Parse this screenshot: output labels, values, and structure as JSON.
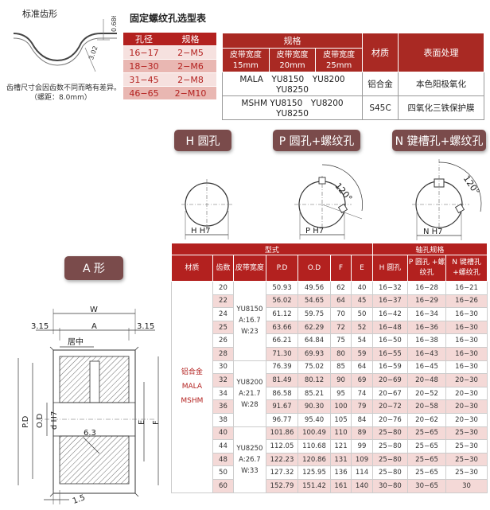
{
  "tooth_diagram": {
    "title": "标准齿形",
    "dim_a": "0.686",
    "dim_b": "3.02",
    "note_line1": "齿槽尺寸会因齿数不同而略有差异。",
    "note_line2": "（螺距：8.0mm）"
  },
  "selection_table": {
    "title": "固定螺纹孔选型表",
    "headers": [
      "孔径",
      "规格"
    ],
    "rows": [
      [
        "16−17",
        "2−M5"
      ],
      [
        "18−30",
        "2−M6"
      ],
      [
        "31−45",
        "2−M8"
      ],
      [
        "46−65",
        "2−M10"
      ]
    ]
  },
  "material_table": {
    "spec_header": "规格",
    "width_header": "皮带宽度",
    "widths": [
      "15mm",
      "20mm",
      "25mm"
    ],
    "material_header": "材质",
    "surface_header": "表面处理",
    "rows": [
      {
        "spec": "MALA　YU8150　YU8200　YU8250",
        "material": "铝合金",
        "surface": "本色阳极氧化"
      },
      {
        "spec": "MSHM YU8150　YU8200　YU8250",
        "material": "S45C",
        "surface": "四氧化三铁保护膜"
      }
    ]
  },
  "bore_types": {
    "h": {
      "tag": "H 圆孔",
      "label": "H H7"
    },
    "p": {
      "tag": "P 圆孔+螺纹孔",
      "label": "P H7",
      "angle": "120°"
    },
    "n": {
      "tag": "N 键槽孔+螺纹孔",
      "label": "N H7",
      "angle": "120°"
    }
  },
  "a_shape": {
    "tag": "A 形",
    "w": "W",
    "a": "A",
    "left_off": "3.15",
    "right_off": "3.15",
    "center": "居中",
    "pd": "P.D",
    "od": "O.D",
    "dh7": "d H7",
    "e": "E",
    "f": "F",
    "chamfer": "6.3",
    "bottom": "1.5"
  },
  "spec_table": {
    "h_model": "型式",
    "h_shaft": "轴孔规格",
    "cols": [
      "材质",
      "齿数",
      "皮带宽度",
      "P.D",
      "O.D",
      "F",
      "E",
      "H 圆孔",
      "P 圆孔 +螺纹孔",
      "N 键槽孔 +螺纹孔"
    ],
    "material": "铝合金 MALA MSHM",
    "belt_groups": [
      "YU8150 A:16.7 W:23",
      "YU8200 A:21.7 W:28",
      "YU8250 A:26.7 W:33"
    ],
    "rows": [
      [
        "20",
        "50.93",
        "49.56",
        "62",
        "40",
        "16−32",
        "16−28",
        "16−21"
      ],
      [
        "22",
        "56.02",
        "54.65",
        "64",
        "45",
        "16−37",
        "16−29",
        "16−26"
      ],
      [
        "24",
        "61.12",
        "59.75",
        "70",
        "50",
        "16−42",
        "16−34",
        "16−30"
      ],
      [
        "25",
        "63.66",
        "62.29",
        "72",
        "52",
        "16−48",
        "16−36",
        "16−30"
      ],
      [
        "26",
        "66.21",
        "64.84",
        "75",
        "54",
        "16−50",
        "16−38",
        "16−30"
      ],
      [
        "28",
        "71.30",
        "69.93",
        "80",
        "59",
        "16−55",
        "16−43",
        "16−30"
      ],
      [
        "30",
        "76.39",
        "75.02",
        "85",
        "64",
        "16−59",
        "16−45",
        "16−30"
      ],
      [
        "32",
        "81.49",
        "80.12",
        "90",
        "69",
        "20−69",
        "20−48",
        "20−30"
      ],
      [
        "34",
        "86.58",
        "85.21",
        "95",
        "74",
        "20−67",
        "20−52",
        "20−30"
      ],
      [
        "36",
        "91.67",
        "90.30",
        "100",
        "79",
        "20−72",
        "20−58",
        "20−30"
      ],
      [
        "38",
        "96.77",
        "95.40",
        "105",
        "84",
        "20−76",
        "20−62",
        "20−30"
      ],
      [
        "40",
        "101.86",
        "100.49",
        "110",
        "89",
        "25−80",
        "25−65",
        "25−30"
      ],
      [
        "44",
        "112.05",
        "110.68",
        "121",
        "99",
        "25−80",
        "25−65",
        "25−30"
      ],
      [
        "48",
        "122.23",
        "120.86",
        "131",
        "109",
        "25−80",
        "25−65",
        "25−30"
      ],
      [
        "50",
        "127.32",
        "125.95",
        "136",
        "114",
        "25−80",
        "25−65",
        "25−30"
      ],
      [
        "60",
        "152.79",
        "151.42",
        "161",
        "140",
        "30−80",
        "30−65",
        "30"
      ]
    ]
  }
}
